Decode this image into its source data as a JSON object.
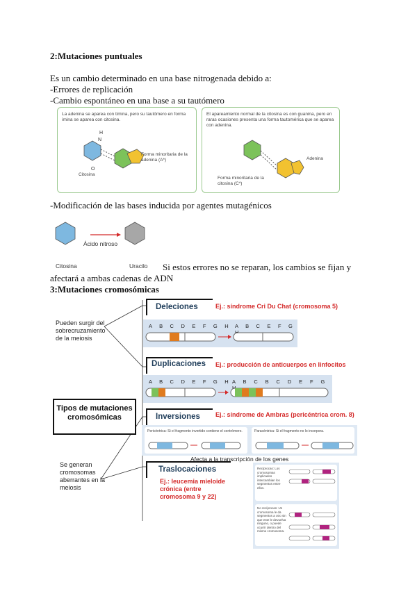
{
  "section2": {
    "title": "2:Mutaciones puntuales",
    "intro": "Es un cambio determinado en una base nitrogenada debido a:",
    "bullet1": "-Errores de replicación",
    "bullet2": "-Cambio espontáneo en una  base a su tautómero",
    "fig_left": {
      "caption": "La adenina se aparea con timina, pero su tautómero en forma imina se aparea con citosina.",
      "label_base": "Citosina",
      "label_taut": "Forma minoritaria de la adenina (A*)"
    },
    "fig_right": {
      "caption": "El apareamiento normal de la citosina es con guanina, pero en raras ocasiones presenta una forma tautomérica que se aparea con adenina.",
      "label_base": "Adenina",
      "label_taut": "Forma minoritaria de la citosina (C*)"
    },
    "bullet3": "-Modificación de las bases inducida por agentes mutagénicos",
    "fig_mut": {
      "left_label": "Citosina",
      "right_label": "Uracilo",
      "agent": "Ácido nitroso"
    },
    "conclusion_a": "Si estos errores no se reparan, los cambios se fijan y",
    "conclusion_b": "afectará a ambas cadenas de ADN"
  },
  "section3": {
    "title": "3:Mutaciones cromosómicas",
    "left_note_top": "Pueden surgir del sobrecruzamiento de la meiosis",
    "left_note_bottom": "Se generan cromosomas aberrantes en la meiosis",
    "center_title": "Tipos de mutaciones cromosómicas",
    "deleciones": {
      "title": "Deleciones",
      "example": "Ej.: síndrome Cri Du Chat (cromosoma 5)",
      "before": "A B C D E F G H",
      "after": "A B C E F G H"
    },
    "duplicaciones": {
      "title": "Duplicaciones",
      "example": "Ej.: producción de anticuerpos en linfocitos",
      "before": "A B C D E F G H",
      "after": "A B C B C D E F G H"
    },
    "inversiones": {
      "title": "Inversiones",
      "example": "Ej.: síndrome de Ambras (pericéntrica crom. 8)",
      "peri": "Pericéntrica: Si el fragmento invertido contiene el centrómero.",
      "para": "Paracéntrica: Si el fragmento no lo incorpora.",
      "note": "Afecta a la transcripción de los genes"
    },
    "traslocaciones": {
      "title": "Traslocaciones",
      "example": "Ej.: leucemia mieloide crónica (entre cromosoma 9 y 22)",
      "recip": "Recíprocas: Los cromosomas implicados intercambian los segmentos entre ellos.",
      "nonrecip": "No recíprocas: Un cromosoma le da segmentos a otro sin que este le devuelva ninguno, o puede ocurrir dentro del mismo cromosoma."
    }
  },
  "colors": {
    "blue_base": "#7eb8e0",
    "yellow_base": "#f2c230",
    "green_base": "#7cc25a",
    "gray_base": "#a7a7a7",
    "red_text": "#d42a2a",
    "magenta": "#b0237f",
    "orange": "#e07b1e",
    "panel_bg": "#d6e2f0"
  }
}
